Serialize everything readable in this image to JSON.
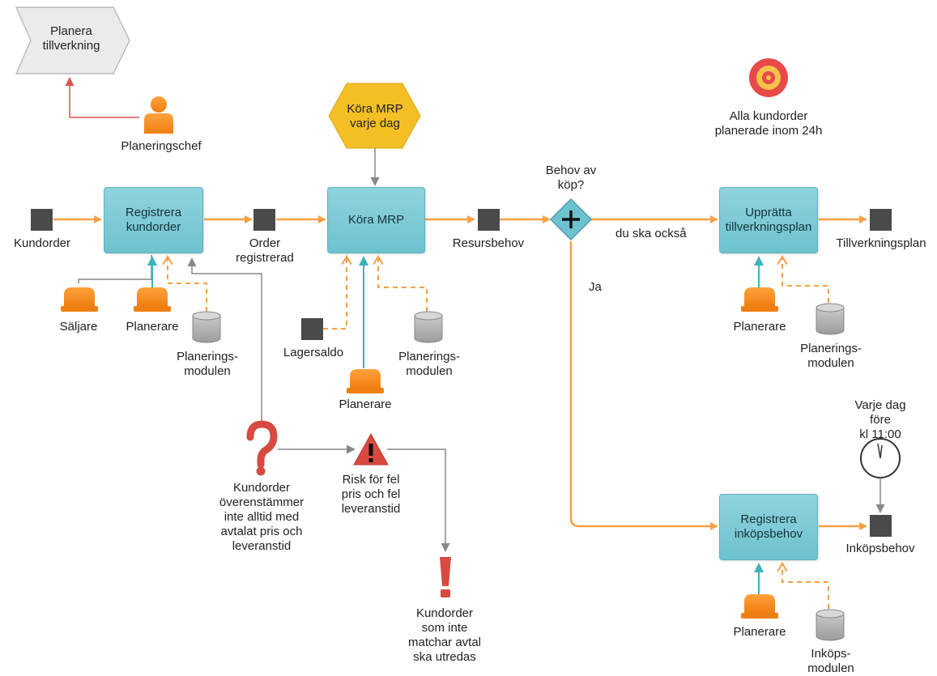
{
  "trigger": {
    "label": "Planera\ntillverkning"
  },
  "roles": {
    "chef": "Planeringschef",
    "saljare": "Säljare",
    "planerare": "Planerare"
  },
  "goal": {
    "label": "Alla kundorder\nplanerade inom 24h"
  },
  "start_event": {
    "label": "Köra MRP\nvarje dag"
  },
  "activities": {
    "registrera_kundorder": "Registrera\nkundorder",
    "kora_mrp": "Köra MRP",
    "uppratta": "Upprätta\ntillverkningsplan",
    "registrera_inkop": "Registrera\ninköpsbehov"
  },
  "objects": {
    "kundorder": "Kundorder",
    "order_registrerad": "Order\nregistrerad",
    "resursbehov": "Resursbehov",
    "tillverkningsplan": "Tillverkningsplan",
    "lagersaldo": "Lagersaldo",
    "inkopsbehov": "Inköpsbehov"
  },
  "systems": {
    "planeringsmodulen": "Planerings-\nmodulen",
    "inkopsmodulen": "Inköps-\nmodulen"
  },
  "gateway": {
    "question": "Behov av\nköp?",
    "yes": "Ja",
    "also": "du ska också"
  },
  "timer": {
    "label": "Varje dag före\nkl 11:00"
  },
  "question_note": {
    "label": "Kundorder\növerenstämmer\ninte alltid med\navtalat pris och\nleveranstid"
  },
  "risk_note": {
    "label": "Risk för fel\npris och fel\nleveranstid"
  },
  "issue_note": {
    "label": "Kundorder\nsom inte\nmatchar avtal\nska utredas"
  },
  "colors": {
    "flow": "#f7a046",
    "teal": "#5fb8c3",
    "gray": "#888888",
    "red": "#d95550",
    "orange": "#f5901e"
  }
}
